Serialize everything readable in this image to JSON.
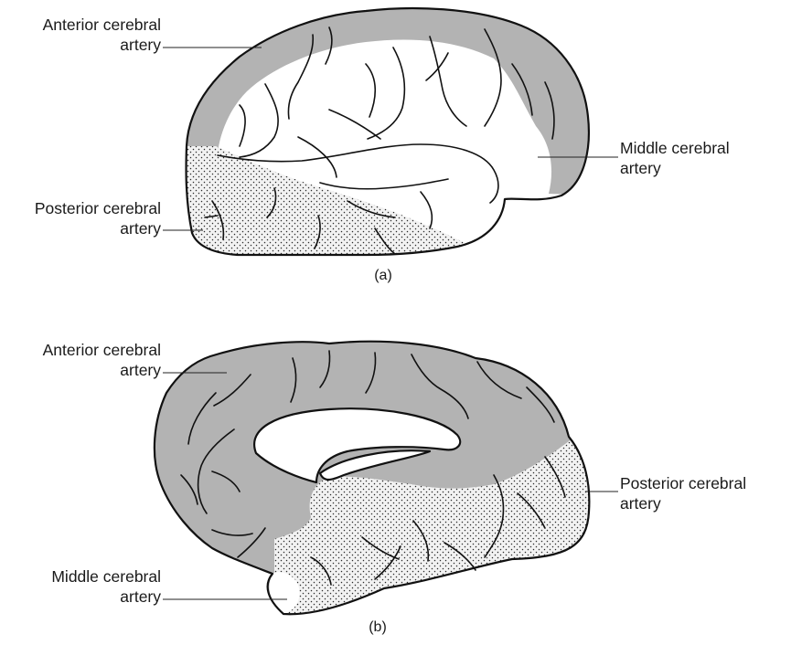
{
  "figure_a": {
    "labels": {
      "anterior_line1": "Anterior cerebral",
      "anterior_line2": "artery",
      "middle_line1": "Middle cerebral",
      "middle_line2": "artery",
      "posterior_line1": "Posterior cerebral",
      "posterior_line2": "artery"
    },
    "caption": "(a)"
  },
  "figure_b": {
    "labels": {
      "anterior_line1": "Anterior cerebral",
      "anterior_line2": "artery",
      "posterior_line1": "Posterior cerebral",
      "posterior_line2": "artery",
      "middle_line1": "Middle cerebral",
      "middle_line2": "artery"
    },
    "caption": "(b)"
  },
  "colors": {
    "anterior_territory": "#b3b3b3",
    "middle_territory": "#ffffff",
    "posterior_territory_base": "#f2f2f2",
    "posterior_territory_dots": "#2a2a2a",
    "outline": "#111111"
  }
}
